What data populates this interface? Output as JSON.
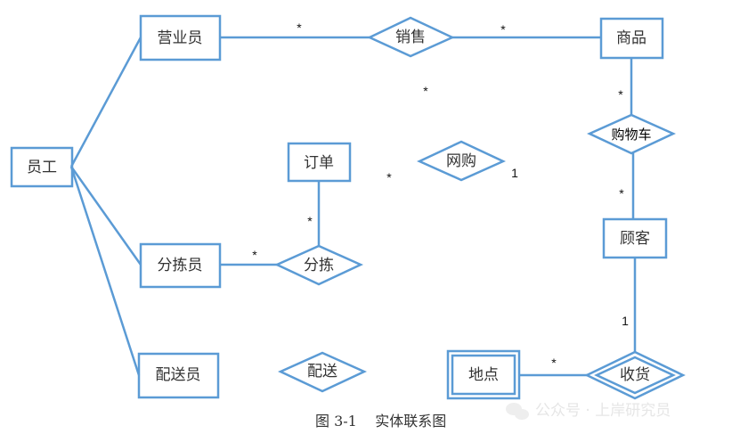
{
  "diagram": {
    "type": "er-diagram",
    "caption": "图 3-1    实体联系图",
    "stroke_color": "#5b9bd5",
    "entities": [
      {
        "id": "employee",
        "label": "员工"
      },
      {
        "id": "salesperson",
        "label": "营业员"
      },
      {
        "id": "sorter",
        "label": "分拣员"
      },
      {
        "id": "deliverer",
        "label": "配送员"
      },
      {
        "id": "product",
        "label": "商品"
      },
      {
        "id": "order",
        "label": "订单"
      },
      {
        "id": "customer",
        "label": "顾客"
      },
      {
        "id": "location",
        "label": "地点",
        "weak": true
      }
    ],
    "relationships": [
      {
        "id": "sales",
        "label": "销售"
      },
      {
        "id": "cart",
        "label": "购物车"
      },
      {
        "id": "online",
        "label": "网购"
      },
      {
        "id": "sorting",
        "label": "分拣"
      },
      {
        "id": "delivery",
        "label": "配送"
      },
      {
        "id": "receive",
        "label": "收货",
        "identifying": true
      }
    ],
    "cardinalities": {
      "sales_salesperson": "*",
      "sales_product": "*",
      "cart_product": "*",
      "cart_customer": "*",
      "online_left": "*",
      "online_upper": "*",
      "online_right": "1",
      "sorting_order": "*",
      "sorting_sorter": "*",
      "receive_customer": "1",
      "receive_location": "*"
    },
    "connections": [
      {
        "from": "employee",
        "to": "salesperson"
      },
      {
        "from": "employee",
        "to": "sorter"
      },
      {
        "from": "employee",
        "to": "deliverer"
      },
      {
        "from": "salesperson",
        "to": "sales"
      },
      {
        "from": "sales",
        "to": "product"
      },
      {
        "from": "product",
        "to": "cart"
      },
      {
        "from": "cart",
        "to": "customer"
      },
      {
        "from": "customer",
        "to": "receive"
      },
      {
        "from": "receive",
        "to": "location"
      },
      {
        "from": "order",
        "to": "sorting"
      },
      {
        "from": "sorter",
        "to": "sorting"
      }
    ],
    "watermark": "公众号 · 上岸研究员"
  }
}
